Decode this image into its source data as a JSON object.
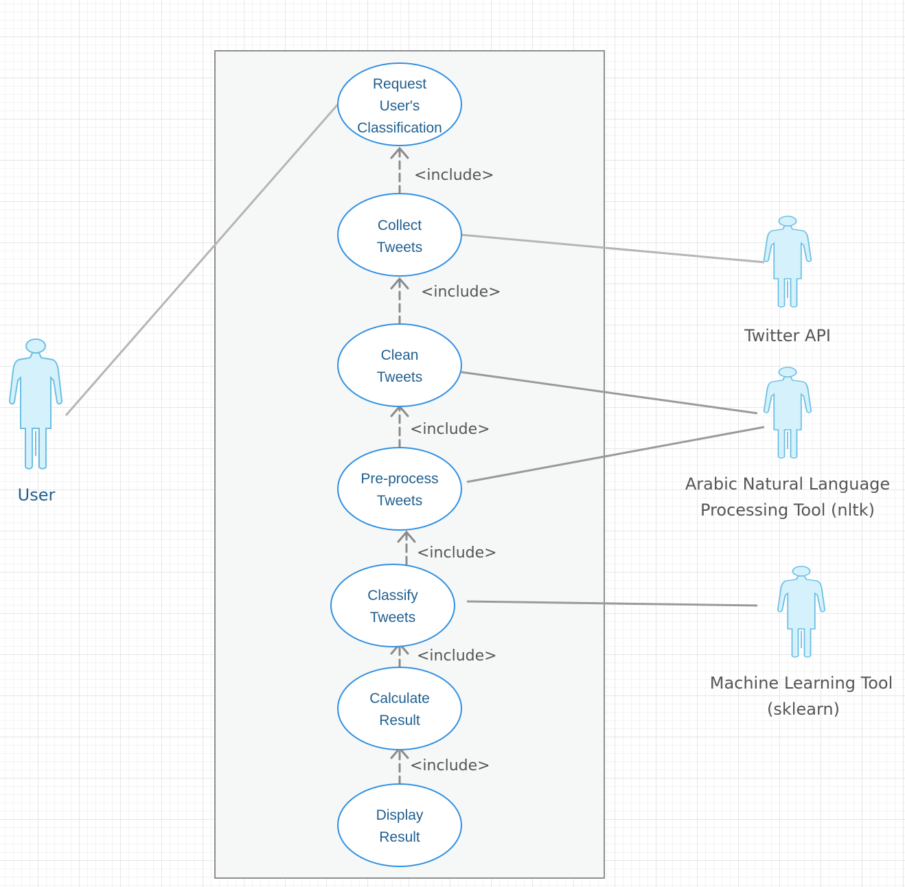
{
  "use_cases": [
    {
      "id": "request",
      "lines": [
        "Request",
        "User's",
        "Classification"
      ]
    },
    {
      "id": "collect",
      "lines": [
        "Collect",
        "Tweets"
      ]
    },
    {
      "id": "clean",
      "lines": [
        "Clean",
        "Tweets"
      ]
    },
    {
      "id": "preprocess",
      "lines": [
        "Pre-process",
        "Tweets"
      ]
    },
    {
      "id": "classify",
      "lines": [
        "Classify",
        "Tweets"
      ]
    },
    {
      "id": "calculate",
      "lines": [
        "Calculate",
        "Result"
      ]
    },
    {
      "id": "display",
      "lines": [
        "Display",
        "Result"
      ]
    }
  ],
  "include_relations": [
    {
      "from": "collect",
      "to": "request",
      "label": "<include>"
    },
    {
      "from": "clean",
      "to": "collect",
      "label": "<include>"
    },
    {
      "from": "preprocess",
      "to": "clean",
      "label": "<include>"
    },
    {
      "from": "classify",
      "to": "preprocess",
      "label": "<include>"
    },
    {
      "from": "calculate",
      "to": "classify",
      "label": "<include>"
    },
    {
      "from": "display",
      "to": "calculate",
      "label": "<include>"
    }
  ],
  "actors": [
    {
      "id": "user",
      "lines": [
        "User"
      ]
    },
    {
      "id": "twitter",
      "lines": [
        "Twitter API"
      ]
    },
    {
      "id": "nlp",
      "lines": [
        "Arabic Natural Language",
        "Processing Tool (nltk)"
      ]
    },
    {
      "id": "ml",
      "lines": [
        "Machine Learning Tool",
        "(sklearn)"
      ]
    }
  ],
  "associations": [
    {
      "actor": "user",
      "use_case": "request"
    },
    {
      "actor": "twitter",
      "use_case": "collect"
    },
    {
      "actor": "nlp",
      "use_case": "clean"
    },
    {
      "actor": "nlp",
      "use_case": "preprocess"
    },
    {
      "actor": "ml",
      "use_case": "classify"
    }
  ],
  "colors": {
    "use_case_stroke": "#2f8fe0",
    "use_case_text": "#1f5f8f",
    "actor_fill": "#d4f1fc",
    "actor_stroke": "#6bbfe3",
    "association_line": "#a8a8a8",
    "include_line": "#8a8a8a",
    "system_boundary_fill": "#f6f7f7",
    "system_boundary_stroke": "#8e8e8e"
  }
}
